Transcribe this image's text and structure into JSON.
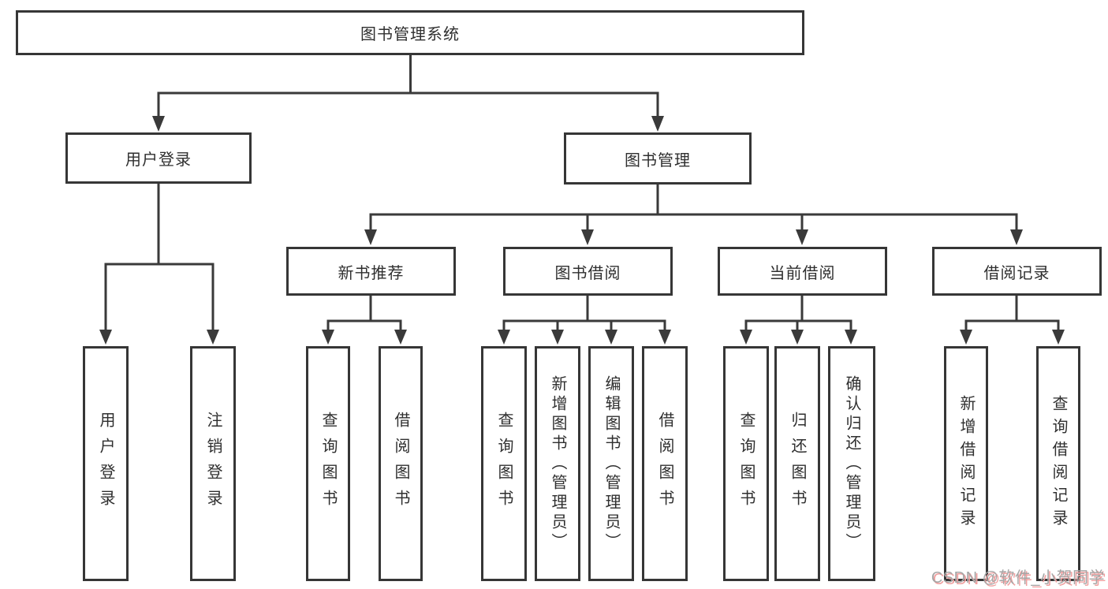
{
  "nodes": {
    "root": "图书管理系统",
    "level1": [
      "用户登录",
      "图书管理"
    ],
    "level2": [
      "新书推荐",
      "图书借阅",
      "当前借阅",
      "借阅记录"
    ],
    "leaves_user_login": [
      "用户登录",
      "注销登录"
    ],
    "leaves_new_book": [
      "查询图书",
      "借阅图书"
    ],
    "leaves_book_borrow": [
      "查询图书",
      "新增图书（管理员）",
      "编辑图书（管理员）",
      "借阅图书"
    ],
    "leaves_current_borrow": [
      "查询图书",
      "归还图书",
      "确认归还（管理员）"
    ],
    "leaves_borrow_records": [
      "新增借阅记录",
      "查询借阅记录"
    ]
  },
  "watermark": {
    "text": "CSDN @软件_小贺同学"
  },
  "colors": {
    "line": "#3a3a3a",
    "box_border": "#363636",
    "text": "#2f2f2f",
    "background": "#ffffff",
    "watermark_gray": "#a6a6a6",
    "watermark_red": "#f09f9f"
  }
}
